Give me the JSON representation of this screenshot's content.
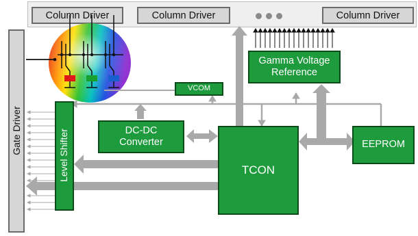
{
  "labels": {
    "column_driver_1": "Column Driver",
    "column_driver_2": "Column Driver",
    "column_driver_3": "Column Driver",
    "gate_driver": "Gate Driver",
    "gamma_line1": "Gamma Voltage",
    "gamma_line2": "Reference",
    "vcom": "VCOM",
    "dcdc_line1": "DC-DC",
    "dcdc_line2": "Converter",
    "level_shifter": "Level Shifter",
    "tcon": "TCON",
    "eeprom": "EEPROM"
  },
  "colors": {
    "block_green": "#1e9b3d",
    "block_border": "#0c4a18",
    "arrow_gray": "#a9a9a9",
    "driver_gray": "#d6d6d6"
  }
}
